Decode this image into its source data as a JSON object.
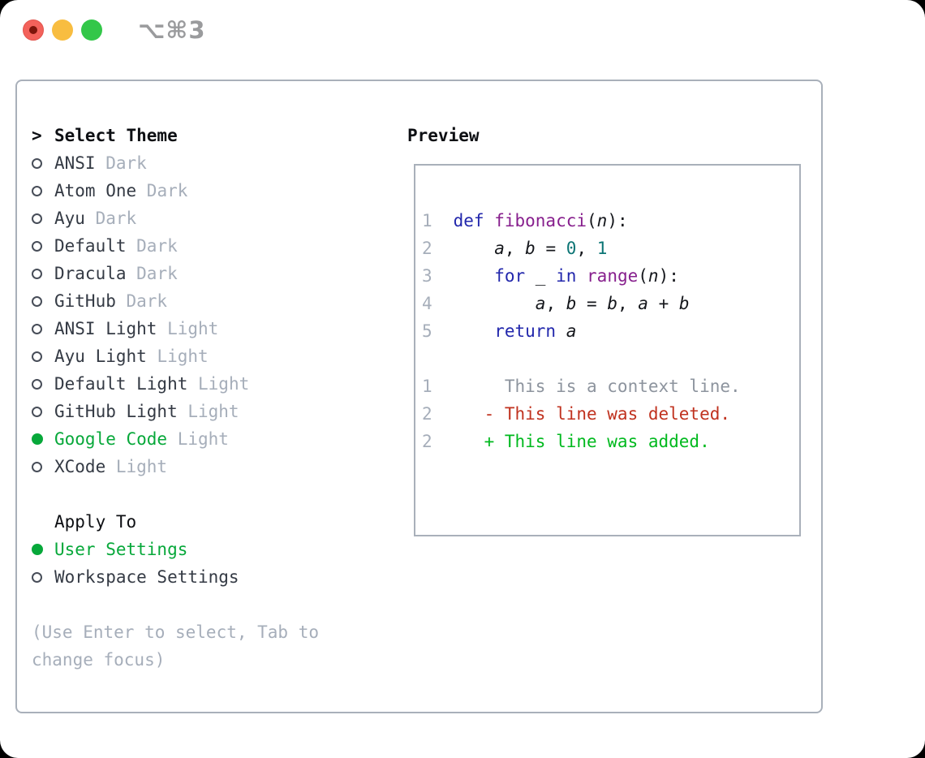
{
  "window": {
    "title": "⌥⌘3"
  },
  "colors": {
    "border": "#a9b0ba",
    "accent_green": "#07a83a",
    "keyword_blue": "#2227ac",
    "function_purple": "#871f8d",
    "number_teal": "#0c7575",
    "muted_gray": "#a6aeba",
    "deleted_red": "#c0321f",
    "added_green": "#00b91e"
  },
  "theme_panel": {
    "header": {
      "prompt": ">",
      "label": "Select Theme"
    },
    "themes": [
      {
        "name": "ANSI",
        "variant": "Dark",
        "selected": false
      },
      {
        "name": "Atom One",
        "variant": "Dark",
        "selected": false
      },
      {
        "name": "Ayu",
        "variant": "Dark",
        "selected": false
      },
      {
        "name": "Default",
        "variant": "Dark",
        "selected": false
      },
      {
        "name": "Dracula",
        "variant": "Dark",
        "selected": false
      },
      {
        "name": "GitHub",
        "variant": "Dark",
        "selected": false
      },
      {
        "name": "ANSI Light",
        "variant": "Light",
        "selected": false
      },
      {
        "name": "Ayu Light",
        "variant": "Light",
        "selected": false
      },
      {
        "name": "Default Light",
        "variant": "Light",
        "selected": false
      },
      {
        "name": "GitHub Light",
        "variant": "Light",
        "selected": false
      },
      {
        "name": "Google Code",
        "variant": "Light",
        "selected": true
      },
      {
        "name": "XCode",
        "variant": "Light",
        "selected": false
      }
    ],
    "apply_to": {
      "label": "Apply To",
      "options": [
        {
          "label": "User Settings",
          "selected": true
        },
        {
          "label": "Workspace Settings",
          "selected": false
        }
      ]
    },
    "hint": "(Use Enter to select, Tab to change focus)"
  },
  "preview": {
    "label": "Preview",
    "code_lines": [
      {
        "ln": "1",
        "tokens": [
          [
            "kw",
            "def "
          ],
          [
            "fn",
            "fibonacci"
          ],
          [
            "pl",
            "("
          ],
          [
            "var",
            "n"
          ],
          [
            "pl",
            "):"
          ]
        ]
      },
      {
        "ln": "2",
        "tokens": [
          [
            "pl",
            "    "
          ],
          [
            "var",
            "a"
          ],
          [
            "pl",
            ", "
          ],
          [
            "var",
            "b"
          ],
          [
            "pl",
            " = "
          ],
          [
            "num",
            "0"
          ],
          [
            "pl",
            ", "
          ],
          [
            "num",
            "1"
          ]
        ]
      },
      {
        "ln": "3",
        "tokens": [
          [
            "pl",
            "    "
          ],
          [
            "kw",
            "for "
          ],
          [
            "pl",
            "_ "
          ],
          [
            "kw",
            "in "
          ],
          [
            "fn",
            "range"
          ],
          [
            "pl",
            "("
          ],
          [
            "var",
            "n"
          ],
          [
            "pl",
            "):"
          ]
        ]
      },
      {
        "ln": "4",
        "tokens": [
          [
            "pl",
            "        "
          ],
          [
            "var",
            "a"
          ],
          [
            "pl",
            ", "
          ],
          [
            "var",
            "b"
          ],
          [
            "pl",
            " = "
          ],
          [
            "var",
            "b"
          ],
          [
            "pl",
            ", "
          ],
          [
            "var",
            "a"
          ],
          [
            "pl",
            " + "
          ],
          [
            "var",
            "b"
          ]
        ]
      },
      {
        "ln": "5",
        "tokens": [
          [
            "pl",
            "    "
          ],
          [
            "kw",
            "return "
          ],
          [
            "var",
            "a"
          ]
        ]
      },
      {
        "ln": "",
        "tokens": []
      },
      {
        "ln": "1",
        "tokens": [
          [
            "ctx",
            "     This is a context line."
          ]
        ]
      },
      {
        "ln": "2",
        "tokens": [
          [
            "del",
            "   - This line was deleted."
          ]
        ]
      },
      {
        "ln": "2",
        "tokens": [
          [
            "add",
            "   + This line was added."
          ]
        ]
      }
    ]
  }
}
